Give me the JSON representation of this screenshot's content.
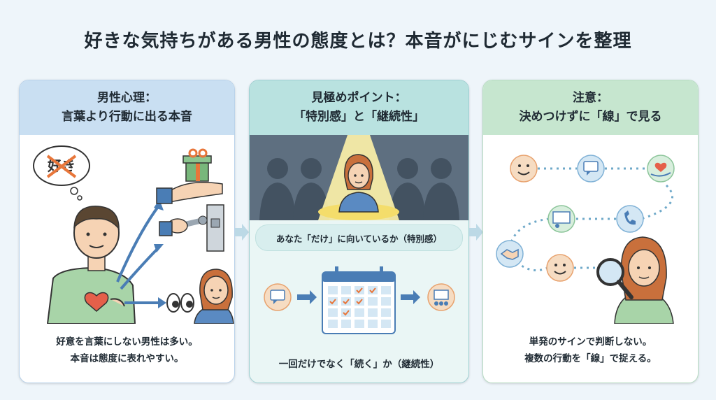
{
  "title": "好きな気持ちがある男性の態度とは？本音がにじむサインを整理",
  "panels": [
    {
      "heading1": "男性心理：",
      "heading2": "言葉より行動に出る本音",
      "bubble_text": "好き",
      "caption1": "好意を言葉にしない男性は多い。",
      "caption2": "本音は態度に表れやすい。"
    },
    {
      "heading1": "見極めポイント：",
      "heading2": "「特別感」と「継続性」",
      "pill1": "あなた「だけ」に向いているか（特別感）",
      "pill2": "一回だけでなく「続く」か（継続性）"
    },
    {
      "heading1": "注意：",
      "heading2": "決めつけずに「線」で見る",
      "caption1": "単発のサインで判断しない。",
      "caption2": "複数の行動を「線」で捉える。"
    }
  ],
  "colors": {
    "background": "#eef5fa",
    "panel1_header": "#c9dff2",
    "panel2_header": "#b9e2e0",
    "panel3_header": "#c6e6cf",
    "calendar_check": "#e8763a",
    "accent_blue": "#4a7db5"
  },
  "icons": [
    "thought-bubble-icon",
    "gift-icon",
    "wrench-icon",
    "eyes-icon",
    "heart-icon",
    "spotlight-icon",
    "chat-icon",
    "calendar-icon",
    "meeting-icon",
    "smile-icon",
    "phone-icon",
    "handshake-icon",
    "magnifier-icon",
    "presentation-icon"
  ]
}
